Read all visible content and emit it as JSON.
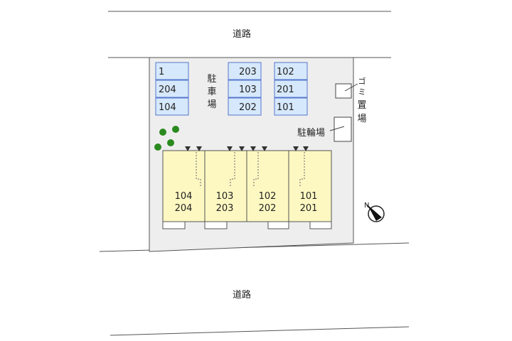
{
  "roads": {
    "north_label": "道路",
    "south_label": "道路"
  },
  "parking": {
    "label_chars": [
      "駐",
      "車",
      "場"
    ],
    "columns": [
      {
        "slots": [
          "1",
          "204",
          "104"
        ]
      },
      {
        "slots": [
          "203",
          "103",
          "202"
        ]
      },
      {
        "slots": [
          "102",
          "201",
          "101"
        ]
      }
    ]
  },
  "garbage": {
    "label_chars": [
      "ゴ",
      "ミ",
      "置",
      "場"
    ]
  },
  "bicycle": {
    "label": "駐輪場"
  },
  "building": {
    "units": [
      {
        "lower": "104",
        "upper": "204"
      },
      {
        "lower": "103",
        "upper": "203"
      },
      {
        "lower": "102",
        "upper": "202"
      },
      {
        "lower": "101",
        "upper": "201"
      }
    ]
  },
  "compass": {
    "icon": "north-compass-icon"
  },
  "trees": {
    "count": 4
  },
  "colors": {
    "lot": "#eeeeee",
    "slot_fill": "#d6e8fb",
    "slot_stroke": "#5577cc",
    "unit_fill": "#fdf8c2",
    "tree": "#2a8a1f",
    "line": "#555555"
  }
}
